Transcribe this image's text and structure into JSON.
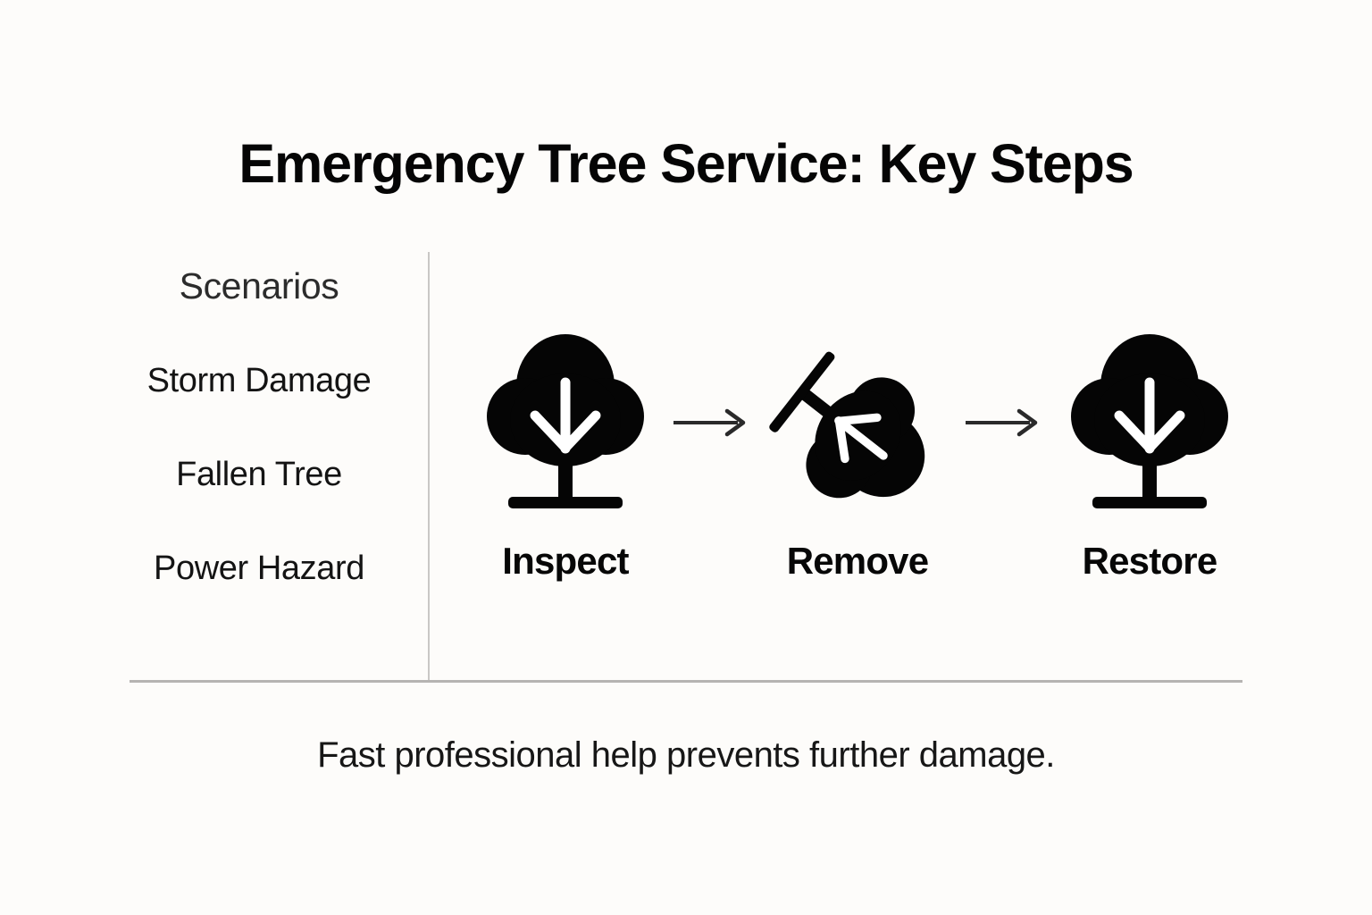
{
  "page": {
    "title": "Emergency Tree Service: Key Steps",
    "caption": "Fast professional help prevents further damage.",
    "background_color": "#fdfcfa",
    "ink_color": "#050505",
    "divider_color": "#b6b4b2"
  },
  "sidebar": {
    "heading": "Scenarios",
    "items": [
      {
        "label": "Storm Damage"
      },
      {
        "label": "Fallen Tree"
      },
      {
        "label": "Power Hazard"
      }
    ]
  },
  "process": {
    "steps": [
      {
        "label": "Inspect",
        "icon": "tree-upright-icon",
        "state": "upright"
      },
      {
        "label": "Remove",
        "icon": "tree-fallen-icon",
        "state": "fallen"
      },
      {
        "label": "Restore",
        "icon": "tree-upright-icon",
        "state": "upright"
      }
    ],
    "connectors": [
      {
        "icon": "arrow-right-icon"
      },
      {
        "icon": "arrow-right-icon"
      }
    ]
  }
}
